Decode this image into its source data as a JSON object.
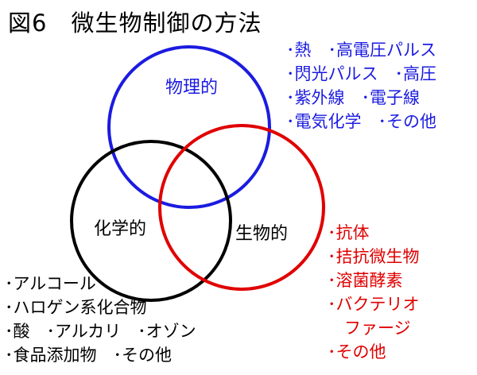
{
  "title": "図6　微生物制御の方法",
  "colors": {
    "physical": "#1b1be0",
    "chemical": "#000000",
    "biological": "#e00000"
  },
  "circles": {
    "physical": "物理的",
    "chemical": "化学的",
    "biological": "生物的"
  },
  "lists": {
    "physical": [
      "･熱　･高電圧パルス",
      "･閃光パルス　･高圧",
      "･紫外線　･電子線",
      "･電気化学　･その他"
    ],
    "chemical": [
      "･アルコール",
      "･ハロゲン系化合物",
      "･酸　･アルカリ　･オゾン",
      "･食品添加物　･その他"
    ],
    "biological": [
      "･抗体",
      "･拮抗微生物",
      "･溶菌酵素",
      "･バクテリオ",
      "　ファージ",
      "･その他"
    ]
  }
}
